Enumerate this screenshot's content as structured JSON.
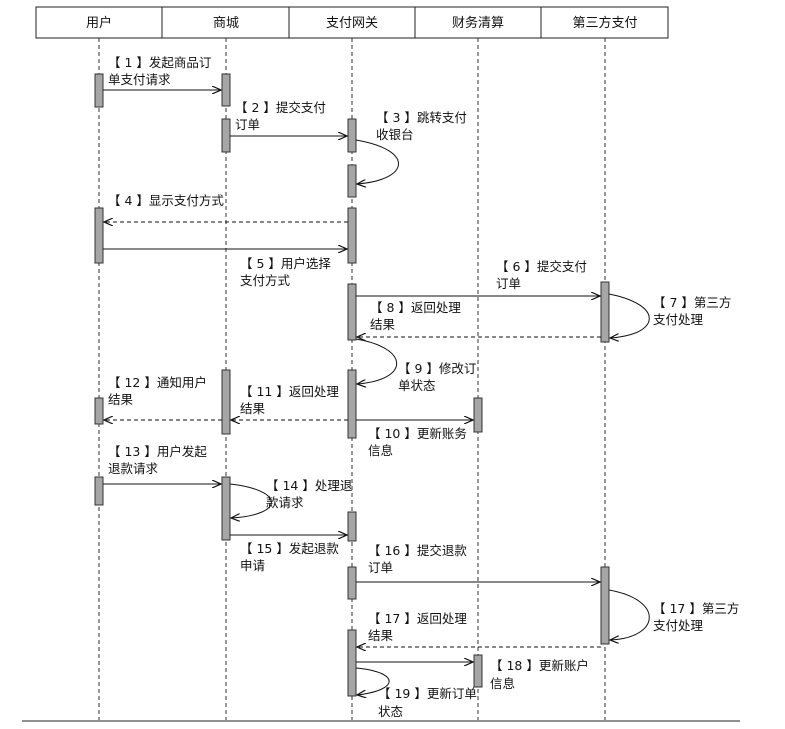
{
  "participants": [
    "用户",
    "商城",
    "支付网关",
    "财务清算",
    "第三方支付"
  ],
  "messages": [
    {
      "lines": [
        "【 1 】发起商品订",
        "单支付请求"
      ]
    },
    {
      "lines": [
        "【 2 】提交支付",
        "订单"
      ]
    },
    {
      "lines": [
        "【 3 】跳转支付",
        "收银台"
      ]
    },
    {
      "lines": [
        "【 4 】显示支付方式"
      ]
    },
    {
      "lines": [
        "【 5 】用户选择",
        "支付方式"
      ]
    },
    {
      "lines": [
        "【 6 】提交支付",
        "订单"
      ]
    },
    {
      "lines": [
        "【 7 】第三方",
        "支付处理"
      ]
    },
    {
      "lines": [
        "【 8 】返回处理",
        "结果"
      ]
    },
    {
      "lines": [
        "【 9 】修改订",
        "单状态"
      ]
    },
    {
      "lines": [
        "【 10 】更新账务",
        "信息"
      ]
    },
    {
      "lines": [
        "【 11 】返回处理",
        "结果"
      ]
    },
    {
      "lines": [
        "【 12 】通知用户",
        "结果"
      ]
    },
    {
      "lines": [
        "【 13 】用户发起",
        "退款请求"
      ]
    },
    {
      "lines": [
        "【 14 】处理退",
        "款请求"
      ]
    },
    {
      "lines": [
        "【 15 】发起退款",
        "申请"
      ]
    },
    {
      "lines": [
        "【 16 】提交退款",
        "订单"
      ]
    },
    {
      "lines": [
        "【 17 】第三方",
        "支付处理"
      ]
    },
    {
      "lines": [
        "【 17 】返回处理",
        "结果"
      ]
    },
    {
      "lines": [
        "【 18 】更新账户",
        "信息"
      ]
    },
    {
      "lines": [
        "【 19 】更新订单",
        "状态"
      ]
    }
  ]
}
